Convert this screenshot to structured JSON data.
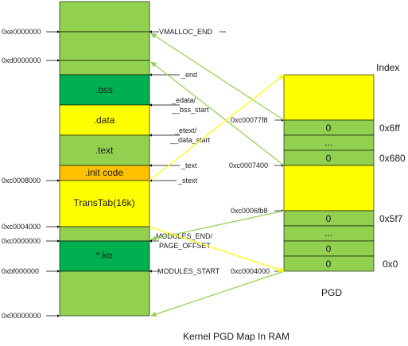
{
  "caption": "Kernel PGD Map In RAM",
  "colors": {
    "light_green": "#92d050",
    "dark_green": "#00b050",
    "yellow": "#ffff00",
    "orange": "#ffc000",
    "arrow_green": "#92d050",
    "arrow_yellow": "#ffff00",
    "line": "#000000"
  },
  "memory_blocks": {
    "bss": ".bss",
    "data": ".data",
    "text": ".text",
    "init_code": ".init code",
    "transtab": "TransTab(16k)",
    "ko": "*.ko"
  },
  "left_addresses": {
    "a_e0000000": "0xe0000000",
    "a_d0000000": "0xd0000000",
    "a_c0008000": "0xc0008000",
    "a_c0004000": "0xc0004000",
    "a_c0000000": "0xc0000000",
    "a_bf000000": "0xbf000000",
    "a_00000000": "0x00000000"
  },
  "symbols": {
    "vmalloc_end": "VMALLOC_END",
    "end": "_end",
    "edata_1": "_edata/",
    "edata_2": "__bss_start",
    "etext_1": "_etext/",
    "etext_2": "__data_start",
    "text": "_text",
    "stext": "_stext",
    "modules_end_1": "MODULES_END/",
    "modules_end_2": "PAGE_OFFSET",
    "modules_start": "MODULES_START"
  },
  "pgd": {
    "index_header": "Index",
    "title": "PGD",
    "addr_77f8": "0xc00077f8",
    "addr_7400": "0xc0007400",
    "addr_6fb8": "0xc0006fb8",
    "addr_4000": "0xc0004000",
    "cells": {
      "c0": "0",
      "c1": "...",
      "c2": "0",
      "c3": "0",
      "c4": "...",
      "c5": "0",
      "c6": "0"
    },
    "indices": {
      "i_6ff": "0x6ff",
      "i_680": "0x680",
      "i_5f7": "0x5f7",
      "i_0": "0x0"
    }
  }
}
